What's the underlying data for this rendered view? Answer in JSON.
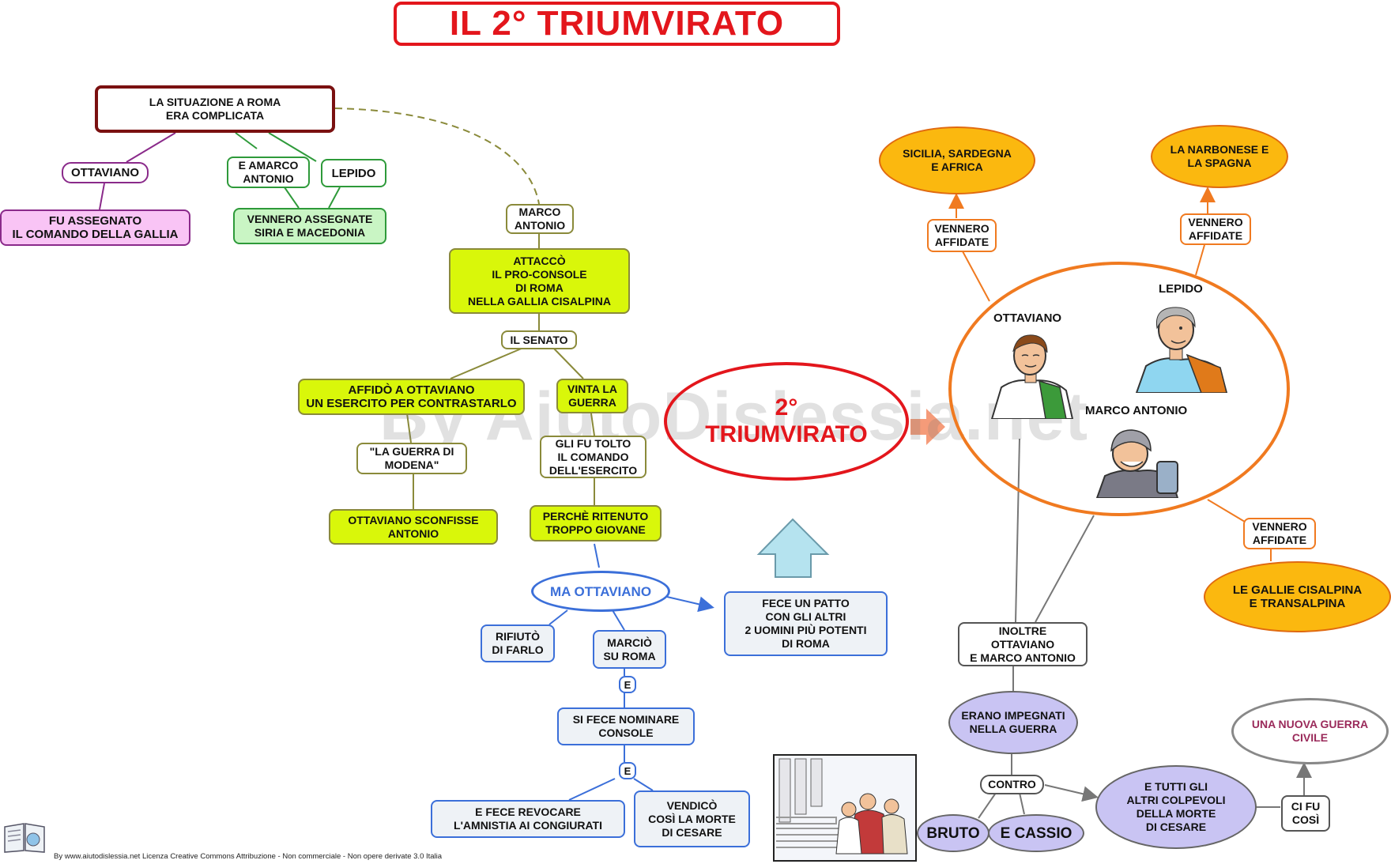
{
  "title": "IL 2° TRIUMVIRATO",
  "watermark": "By AiutoDislessia.net",
  "footer": "By www.aiutodislessia.net Licenza Creative Commons Attribuzione - Non commerciale - Non opere derivate 3.0 Italia",
  "center_oval": "2°\nTRIUMVIRATO",
  "colors": {
    "title_red": "#e3161c",
    "orange": "#f07a20",
    "blue": "#3b6fd9",
    "olive": "#8a8a3a",
    "green": "#2e9a3a",
    "purple": "#8a2a8a"
  },
  "nodes": {
    "situazione": "LA SITUAZIONE A ROMA\nERA COMPLICATA",
    "ottaviano_left": "OTTAVIANO",
    "assegnato_gallia": "FU ASSEGNATO\nIL COMANDO DELLA GALLIA",
    "amarco_antonio": "E  AMARCO\nANTONIO",
    "lepido_left": "LEPIDO",
    "siria_macedonia": "VENNERO ASSEGNATE\nSIRIA E MACEDONIA",
    "marco_antonio_box": "MARCO\nANTONIO",
    "attacco": "ATTACCÒ\nIL PRO-CONSOLE\nDI ROMA\nNELLA GALLIA CISALPINA",
    "il_senato": "IL SENATO",
    "affido": "AFFIDÒ A OTTAVIANO\nUN ESERCITO PER CONTRASTARLO",
    "vinta_guerra": "VINTA LA\nGUERRA",
    "guerra_modena": "\"LA GUERRA DI\nMODENA\"",
    "tolto_comando": "GLI FU TOLTO\nIL COMANDO\nDELL'ESERCITO",
    "sconfisse": "OTTAVIANO SCONFISSE\nANTONIO",
    "ritenuto_giovane": "PERCHÈ RITENUTO\nTROPPO GIOVANE",
    "ma_ottaviano": "MA OTTAVIANO",
    "rifiuto": "RIFIUTÒ\nDI FARLO",
    "marcio": "MARCIÒ\nSU ROMA",
    "patto": "FECE UN PATTO\nCON GLI ALTRI\n2 UOMINI PIÙ POTENTI\nDI ROMA",
    "e1": "E",
    "nominare_console": "SI FECE NOMINARE\nCONSOLE",
    "e2": "E",
    "revocare_amnistia": "E FECE REVOCARE\nL'AMNISTIA AI CONGIURATI",
    "vendico": "VENDICÒ\nCOSÌ LA MORTE\nDI CESARE",
    "sicilia": "SICILIA, SARDEGNA\nE AFRICA",
    "narbonese": "LA NARBONESE E\nLA SPAGNA",
    "affidate_1": "VENNERO\nAFFIDATE",
    "affidate_2": "VENNERO\nAFFIDATE",
    "affidate_3": "VENNERO\nAFFIDATE",
    "gallie": "LE GALLIE CISALPINA\nE TRANSALPINA",
    "inoltre": "INOLTRE\nOTTAVIANO\nE MARCO ANTONIO",
    "impegnati": "ERANO IMPEGNATI\nNELLA GUERRA",
    "contro": "CONTRO",
    "bruto": "BRUTO",
    "cassio": "E CASSIO",
    "colpevoli": "E TUTTI GLI\nALTRI  COLPEVOLI\nDELLA MORTE\nDI CESARE",
    "ci_fu_cosi": "CI FU\nCOSÌ",
    "guerra_civile": "UNA NUOVA GUERRA\nCIVILE"
  },
  "triumvirs": {
    "ottaviano": "OTTAVIANO",
    "lepido": "LEPIDO",
    "marco_antonio": "MARCO ANTONIO"
  }
}
